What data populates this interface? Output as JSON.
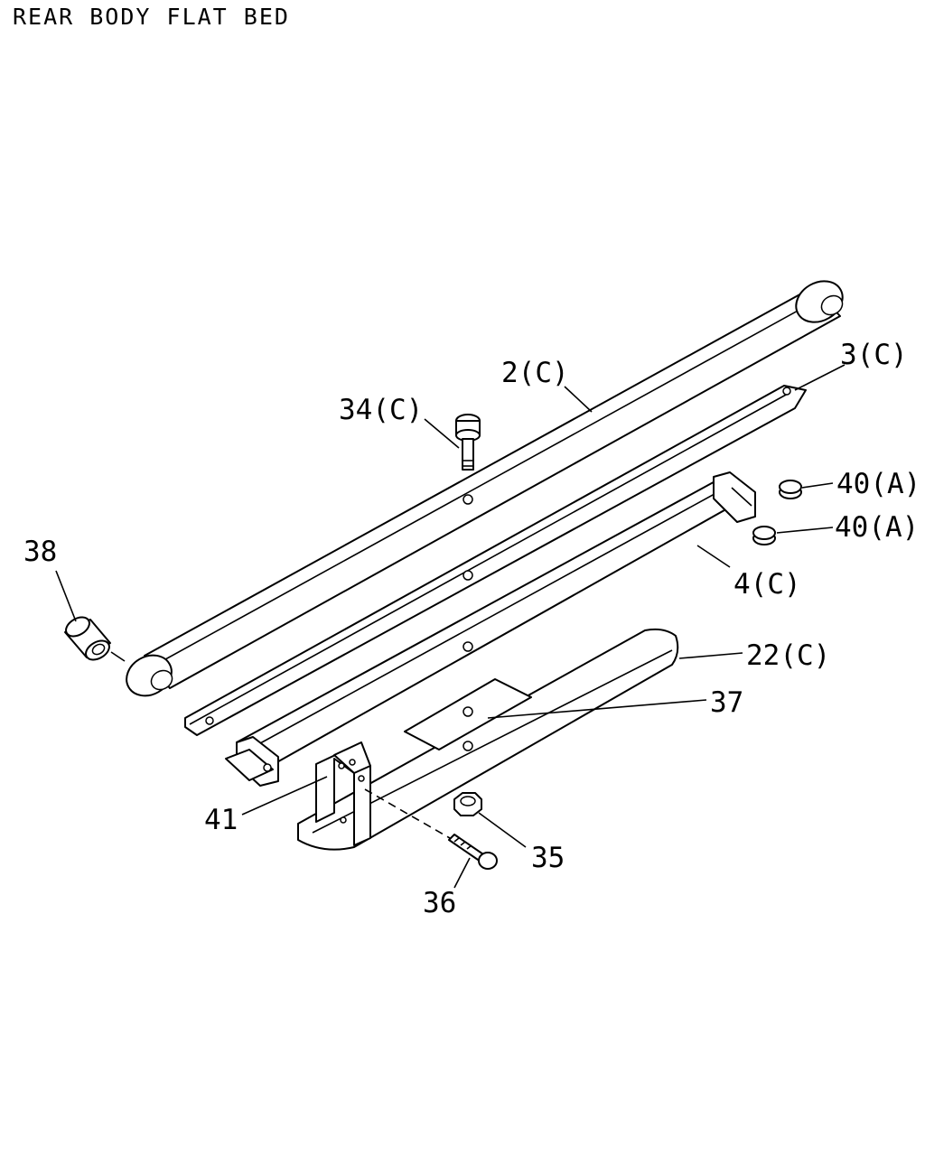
{
  "title": "REAR BODY FLAT BED",
  "callouts": {
    "p2": "2(C)",
    "p3": "3(C)",
    "p34": "34(C)",
    "p40a": "40(A)",
    "p40b": "40(A)",
    "p38": "38",
    "p4": "4(C)",
    "p22": "22(C)",
    "p37": "37",
    "p41": "41",
    "p35": "35",
    "p36": "36"
  }
}
